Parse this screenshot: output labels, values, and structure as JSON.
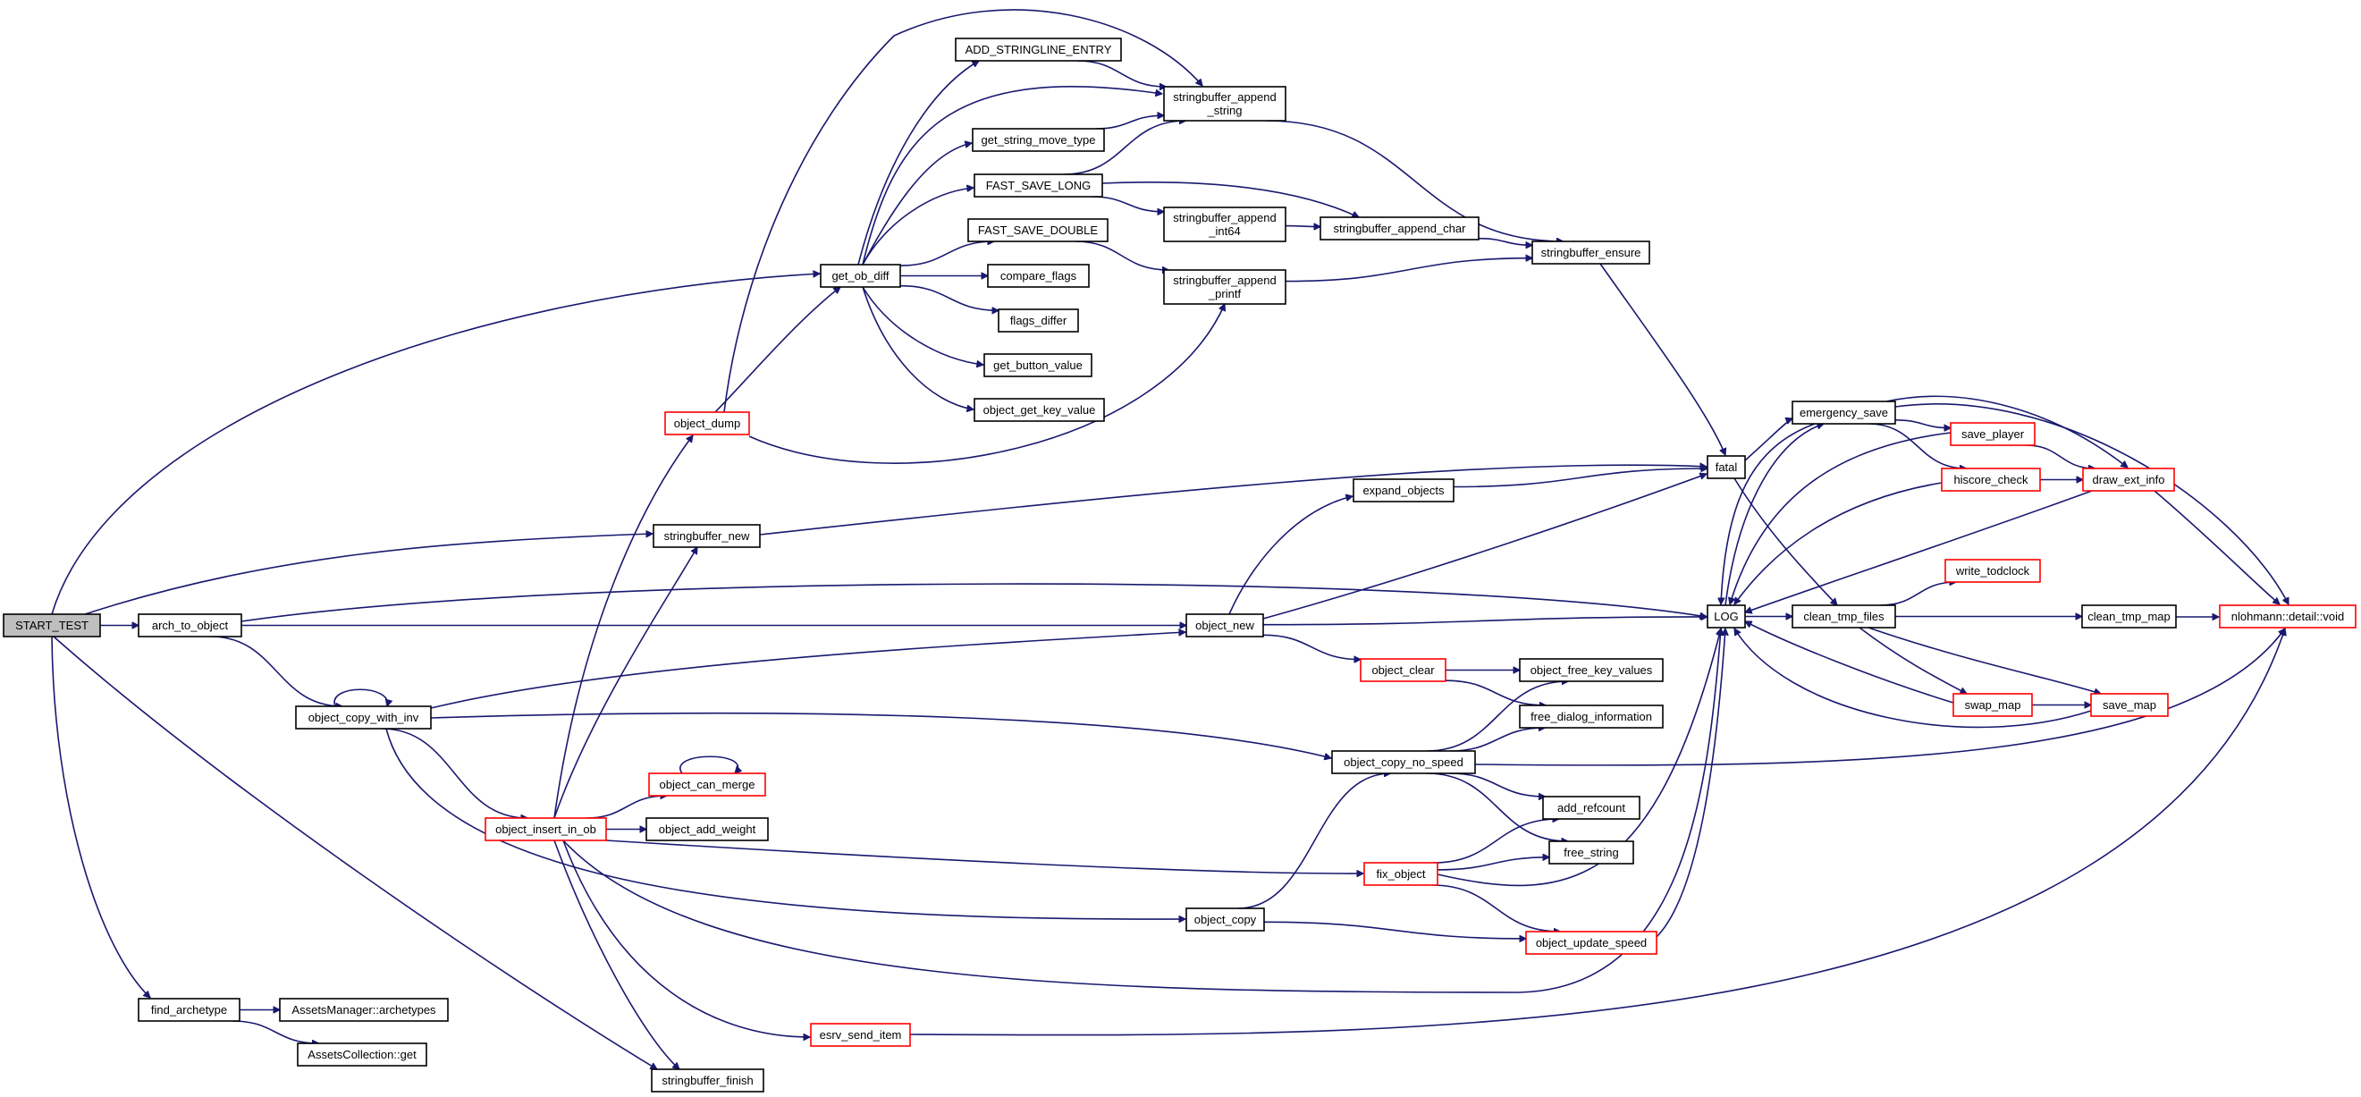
{
  "nodes": {
    "start_test": {
      "lines": [
        "START_TEST"
      ],
      "style": "root"
    },
    "arch_to_object": {
      "lines": [
        "arch_to_object"
      ],
      "style": "black"
    },
    "find_archetype": {
      "lines": [
        "find_archetype"
      ],
      "style": "black"
    },
    "assets_manager_archetypes": {
      "lines": [
        "AssetsManager::archetypes"
      ],
      "style": "black"
    },
    "assets_collection_get": {
      "lines": [
        "AssetsCollection::get"
      ],
      "style": "black"
    },
    "object_copy_with_inv": {
      "lines": [
        "object_copy_with_inv"
      ],
      "style": "black"
    },
    "object_insert_in_ob": {
      "lines": [
        "object_insert_in_ob"
      ],
      "style": "red"
    },
    "object_dump": {
      "lines": [
        "object_dump"
      ],
      "style": "red"
    },
    "stringbuffer_new": {
      "lines": [
        "stringbuffer_new"
      ],
      "style": "black"
    },
    "stringbuffer_finish": {
      "lines": [
        "stringbuffer_finish"
      ],
      "style": "black"
    },
    "object_can_merge": {
      "lines": [
        "object_can_merge"
      ],
      "style": "red"
    },
    "object_add_weight": {
      "lines": [
        "object_add_weight"
      ],
      "style": "black"
    },
    "esrv_send_item": {
      "lines": [
        "esrv_send_item"
      ],
      "style": "red"
    },
    "get_ob_diff": {
      "lines": [
        "get_ob_diff"
      ],
      "style": "black"
    },
    "add_stringline_entry": {
      "lines": [
        "ADD_STRINGLINE_ENTRY"
      ],
      "style": "black"
    },
    "get_string_move_type": {
      "lines": [
        "get_string_move_type"
      ],
      "style": "black"
    },
    "fast_save_long": {
      "lines": [
        "FAST_SAVE_LONG"
      ],
      "style": "black"
    },
    "fast_save_double": {
      "lines": [
        "FAST_SAVE_DOUBLE"
      ],
      "style": "black"
    },
    "compare_flags": {
      "lines": [
        "compare_flags"
      ],
      "style": "black"
    },
    "flags_differ": {
      "lines": [
        "flags_differ"
      ],
      "style": "black"
    },
    "get_button_value": {
      "lines": [
        "get_button_value"
      ],
      "style": "black"
    },
    "object_get_key_value": {
      "lines": [
        "object_get_key_value"
      ],
      "style": "black"
    },
    "stringbuffer_append_string": {
      "lines": [
        "stringbuffer_append",
        "_string"
      ],
      "style": "black"
    },
    "stringbuffer_append_int64": {
      "lines": [
        "stringbuffer_append",
        "_int64"
      ],
      "style": "black"
    },
    "stringbuffer_append_printf": {
      "lines": [
        "stringbuffer_append",
        "_printf"
      ],
      "style": "black"
    },
    "stringbuffer_append_char": {
      "lines": [
        "stringbuffer_append_char"
      ],
      "style": "black"
    },
    "stringbuffer_ensure": {
      "lines": [
        "stringbuffer_ensure"
      ],
      "style": "black"
    },
    "object_new": {
      "lines": [
        "object_new"
      ],
      "style": "black"
    },
    "expand_objects": {
      "lines": [
        "expand_objects"
      ],
      "style": "black"
    },
    "object_clear": {
      "lines": [
        "object_clear"
      ],
      "style": "red"
    },
    "object_copy_no_speed": {
      "lines": [
        "object_copy_no_speed"
      ],
      "style": "black"
    },
    "object_copy": {
      "lines": [
        "object_copy"
      ],
      "style": "black"
    },
    "fix_object": {
      "lines": [
        "fix_object"
      ],
      "style": "red"
    },
    "object_update_speed": {
      "lines": [
        "object_update_speed"
      ],
      "style": "red"
    },
    "object_free_key_values": {
      "lines": [
        "object_free_key_values"
      ],
      "style": "black"
    },
    "free_dialog_information": {
      "lines": [
        "free_dialog_information"
      ],
      "style": "black"
    },
    "add_refcount": {
      "lines": [
        "add_refcount"
      ],
      "style": "black"
    },
    "free_string": {
      "lines": [
        "free_string"
      ],
      "style": "black"
    },
    "fatal": {
      "lines": [
        "fatal"
      ],
      "style": "black"
    },
    "log": {
      "lines": [
        "LOG"
      ],
      "style": "black"
    },
    "emergency_save": {
      "lines": [
        "emergency_save"
      ],
      "style": "black"
    },
    "save_player": {
      "lines": [
        "save_player"
      ],
      "style": "red"
    },
    "hiscore_check": {
      "lines": [
        "hiscore_check"
      ],
      "style": "red"
    },
    "draw_ext_info": {
      "lines": [
        "draw_ext_info"
      ],
      "style": "red"
    },
    "clean_tmp_files": {
      "lines": [
        "clean_tmp_files"
      ],
      "style": "black"
    },
    "write_todclock": {
      "lines": [
        "write_todclock"
      ],
      "style": "red"
    },
    "clean_tmp_map": {
      "lines": [
        "clean_tmp_map"
      ],
      "style": "black"
    },
    "swap_map": {
      "lines": [
        "swap_map"
      ],
      "style": "red"
    },
    "save_map": {
      "lines": [
        "save_map"
      ],
      "style": "red"
    },
    "nlohmann_void": {
      "lines": [
        "nlohmann::detail::void"
      ],
      "style": "red"
    }
  },
  "edges": [
    [
      "start_test",
      "arch_to_object"
    ],
    [
      "start_test",
      "find_archetype"
    ],
    [
      "start_test",
      "get_ob_diff"
    ],
    [
      "start_test",
      "stringbuffer_new"
    ],
    [
      "start_test",
      "stringbuffer_finish"
    ],
    [
      "arch_to_object",
      "object_copy_with_inv"
    ],
    [
      "arch_to_object",
      "object_new"
    ],
    [
      "arch_to_object",
      "log"
    ],
    [
      "find_archetype",
      "assets_manager_archetypes"
    ],
    [
      "find_archetype",
      "assets_collection_get"
    ],
    [
      "object_copy_with_inv",
      "object_copy_with_inv"
    ],
    [
      "object_copy_with_inv",
      "object_insert_in_ob"
    ],
    [
      "object_copy_with_inv",
      "object_new"
    ],
    [
      "object_copy_with_inv",
      "object_copy_no_speed"
    ],
    [
      "object_copy_with_inv",
      "object_copy"
    ],
    [
      "object_insert_in_ob",
      "object_dump"
    ],
    [
      "object_insert_in_ob",
      "stringbuffer_new"
    ],
    [
      "object_insert_in_ob",
      "stringbuffer_finish"
    ],
    [
      "object_insert_in_ob",
      "object_can_merge"
    ],
    [
      "object_insert_in_ob",
      "object_add_weight"
    ],
    [
      "object_insert_in_ob",
      "esrv_send_item"
    ],
    [
      "object_insert_in_ob",
      "fix_object"
    ],
    [
      "object_insert_in_ob",
      "log"
    ],
    [
      "object_can_merge",
      "object_can_merge"
    ],
    [
      "object_dump",
      "get_ob_diff"
    ],
    [
      "object_dump",
      "stringbuffer_append_string"
    ],
    [
      "object_dump",
      "stringbuffer_append_printf"
    ],
    [
      "stringbuffer_new",
      "fatal"
    ],
    [
      "get_ob_diff",
      "add_stringline_entry"
    ],
    [
      "get_ob_diff",
      "stringbuffer_append_string"
    ],
    [
      "get_ob_diff",
      "get_string_move_type"
    ],
    [
      "get_ob_diff",
      "fast_save_long"
    ],
    [
      "get_ob_diff",
      "fast_save_double"
    ],
    [
      "get_ob_diff",
      "compare_flags"
    ],
    [
      "get_ob_diff",
      "flags_differ"
    ],
    [
      "get_ob_diff",
      "get_button_value"
    ],
    [
      "get_ob_diff",
      "object_get_key_value"
    ],
    [
      "add_stringline_entry",
      "stringbuffer_append_string"
    ],
    [
      "get_string_move_type",
      "stringbuffer_append_string"
    ],
    [
      "fast_save_long",
      "stringbuffer_append_string"
    ],
    [
      "fast_save_long",
      "stringbuffer_append_int64"
    ],
    [
      "fast_save_long",
      "stringbuffer_append_char"
    ],
    [
      "fast_save_double",
      "stringbuffer_append_printf"
    ],
    [
      "stringbuffer_append_string",
      "stringbuffer_ensure"
    ],
    [
      "stringbuffer_append_int64",
      "stringbuffer_append_char"
    ],
    [
      "stringbuffer_append_char",
      "stringbuffer_ensure"
    ],
    [
      "stringbuffer_append_printf",
      "stringbuffer_ensure"
    ],
    [
      "stringbuffer_ensure",
      "fatal"
    ],
    [
      "esrv_send_item",
      "nlohmann_void"
    ],
    [
      "object_new",
      "expand_objects"
    ],
    [
      "object_new",
      "fatal"
    ],
    [
      "object_new",
      "log"
    ],
    [
      "object_new",
      "object_clear"
    ],
    [
      "expand_objects",
      "fatal"
    ],
    [
      "object_clear",
      "object_free_key_values"
    ],
    [
      "object_clear",
      "free_dialog_information"
    ],
    [
      "object_copy_no_speed",
      "object_free_key_values"
    ],
    [
      "object_copy_no_speed",
      "free_dialog_information"
    ],
    [
      "object_copy_no_speed",
      "add_refcount"
    ],
    [
      "object_copy_no_speed",
      "free_string"
    ],
    [
      "object_copy_no_speed",
      "nlohmann_void"
    ],
    [
      "object_copy",
      "object_copy_no_speed"
    ],
    [
      "object_copy",
      "object_update_speed"
    ],
    [
      "fix_object",
      "add_refcount"
    ],
    [
      "fix_object",
      "free_string"
    ],
    [
      "fix_object",
      "object_update_speed"
    ],
    [
      "fix_object",
      "log"
    ],
    [
      "object_update_speed",
      "log"
    ],
    [
      "fatal",
      "emergency_save"
    ],
    [
      "fatal",
      "clean_tmp_files"
    ],
    [
      "log",
      "emergency_save"
    ],
    [
      "log",
      "clean_tmp_files"
    ],
    [
      "emergency_save",
      "save_player"
    ],
    [
      "emergency_save",
      "hiscore_check"
    ],
    [
      "emergency_save",
      "draw_ext_info"
    ],
    [
      "emergency_save",
      "nlohmann_void"
    ],
    [
      "emergency_save",
      "log"
    ],
    [
      "save_player",
      "draw_ext_info"
    ],
    [
      "save_player",
      "log"
    ],
    [
      "hiscore_check",
      "draw_ext_info"
    ],
    [
      "hiscore_check",
      "log"
    ],
    [
      "draw_ext_info",
      "log"
    ],
    [
      "draw_ext_info",
      "nlohmann_void"
    ],
    [
      "clean_tmp_files",
      "write_todclock"
    ],
    [
      "clean_tmp_files",
      "clean_tmp_map"
    ],
    [
      "clean_tmp_files",
      "swap_map"
    ],
    [
      "clean_tmp_files",
      "save_map"
    ],
    [
      "clean_tmp_map",
      "nlohmann_void"
    ],
    [
      "swap_map",
      "log"
    ],
    [
      "swap_map",
      "save_map"
    ],
    [
      "save_map",
      "log"
    ]
  ]
}
